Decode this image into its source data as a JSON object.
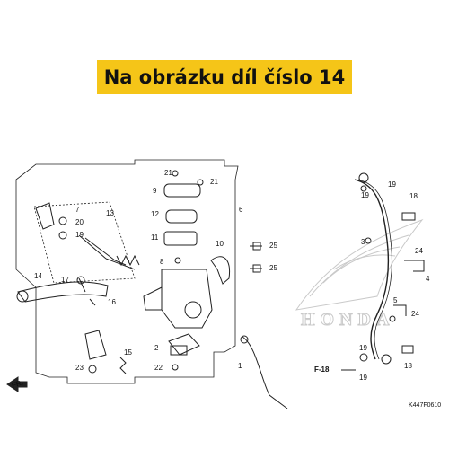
{
  "banner": {
    "text": "Na obrázku díl číslo 14",
    "color": "#f5c518"
  },
  "diagram": {
    "code": "K447F0610",
    "direction_label": "FR.",
    "ref_label": "F-18",
    "brand_watermark": "HONDA",
    "part_numbers": {
      "p21a": "21",
      "p21b": "21",
      "p9": "9",
      "p13": "13",
      "p7": "7",
      "p20": "20",
      "p19a": "19",
      "p12": "12",
      "p11": "11",
      "p8": "8",
      "p6": "6",
      "p10": "10",
      "p25a": "25",
      "p25b": "25",
      "p14": "14",
      "p17": "17",
      "p16": "16",
      "p15": "15",
      "p23": "23",
      "p2": "2",
      "p22": "22",
      "p1": "1",
      "p18a": "18",
      "p19b": "19",
      "p19c": "19",
      "p3": "3",
      "p24a": "24",
      "p4": "4",
      "p5": "5",
      "p24b": "24",
      "p19d": "19",
      "p18b": "18",
      "p19e": "19"
    }
  }
}
